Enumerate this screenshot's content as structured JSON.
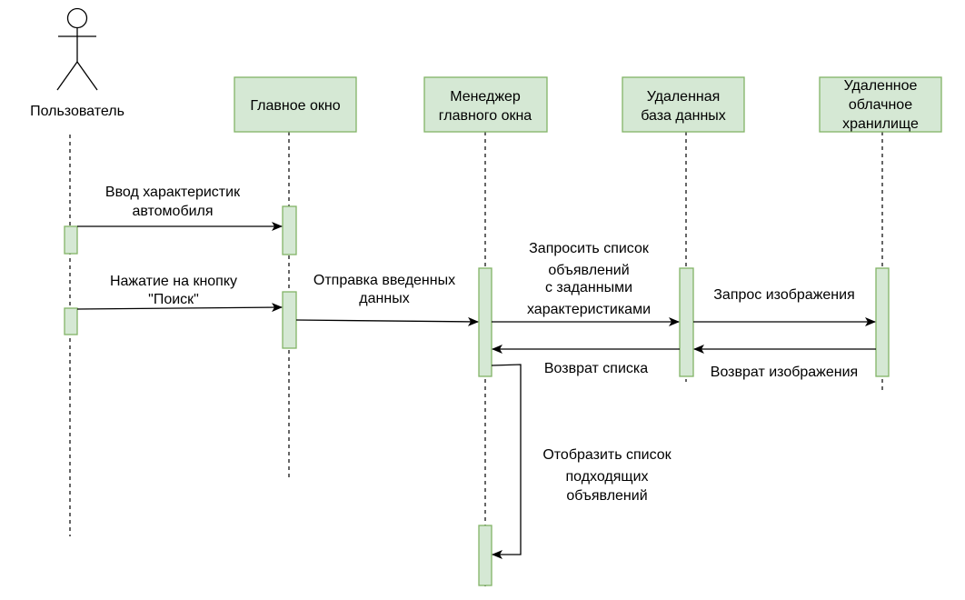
{
  "actor": {
    "label": "Пользователь",
    "icon": "stick-figure-icon"
  },
  "participants": [
    {
      "id": "main-window",
      "lines": [
        "Главное окно"
      ]
    },
    {
      "id": "window-manager",
      "lines": [
        "Менеджер",
        "главного окна"
      ]
    },
    {
      "id": "remote-db",
      "lines": [
        "Удаленная",
        "база данных"
      ]
    },
    {
      "id": "cloud-storage",
      "lines": [
        "Удаленное",
        "облачное",
        "хранилище"
      ]
    }
  ],
  "messages": [
    {
      "id": "enter-car-specs",
      "lines": [
        "Ввод характеристик",
        "автомобиля"
      ]
    },
    {
      "id": "press-search",
      "lines": [
        "Нажатие на кнопку",
        "\"Поиск\""
      ]
    },
    {
      "id": "send-entered-data",
      "lines": [
        "Отправка введенных",
        "данных"
      ]
    },
    {
      "id": "request-listings",
      "lines": [
        "Запросить список",
        "объявлений",
        "с заданными",
        "характеристиками"
      ]
    },
    {
      "id": "request-image",
      "lines": [
        "Запрос изображения"
      ]
    },
    {
      "id": "return-image",
      "lines": [
        "Возврат изображения"
      ]
    },
    {
      "id": "return-list",
      "lines": [
        "Возврат списка"
      ]
    },
    {
      "id": "show-listings",
      "lines": [
        "Отобразить список",
        "подходящих",
        "объявлений"
      ]
    }
  ],
  "colors": {
    "box_fill": "#d5e8d4",
    "box_stroke": "#82b366",
    "line": "#000000"
  }
}
